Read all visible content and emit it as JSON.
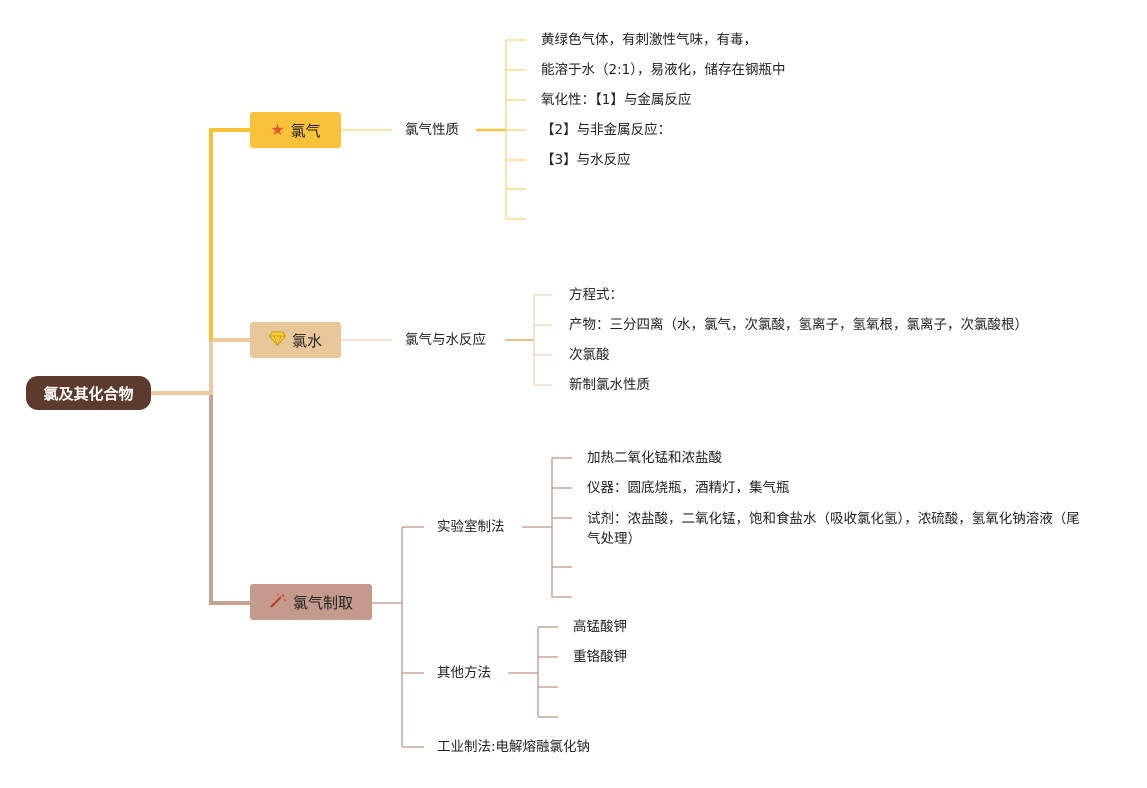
{
  "root": {
    "label": "氯及其化合物"
  },
  "colors": {
    "root": "#5c3a2c",
    "branch1": "#f9c23a",
    "branch2": "#e9c79a",
    "branch3": "#c39a8c"
  },
  "branches": [
    {
      "label": "氯气",
      "icon": "star-icon",
      "sub": {
        "label": "氯气性质",
        "items": [
          "黄绿色气体，有刺激性气味，有毒，",
          "能溶于水（2:1），易液化，储存在钢瓶中",
          "氧化性：【1】与金属反应",
          "【2】与非金属反应：",
          "【3】与水反应",
          "",
          ""
        ]
      }
    },
    {
      "label": "氯水",
      "icon": "gem-icon",
      "sub": {
        "label": "氯气与水反应",
        "items": [
          "方程式：",
          "产物：三分四离（水，氯气，次氯酸，氢离子，氢氧根，氯离子，次氯酸根）",
          "次氯酸",
          "新制氯水性质"
        ]
      }
    },
    {
      "label": "氯气制取",
      "icon": "magic-wand-icon",
      "subs": [
        {
          "label": "实验室制法",
          "items": [
            "加热二氧化锰和浓盐酸",
            "仪器：圆底烧瓶，酒精灯，集气瓶",
            "试剂：浓盐酸，二氧化锰，饱和食盐水（吸收氯化氢），浓硫酸，氢氧化钠溶液（尾气处理）",
            "",
            ""
          ]
        },
        {
          "label": "其他方法",
          "items": [
            "高锰酸钾",
            "重铬酸钾",
            "",
            ""
          ]
        },
        {
          "label": "工业制法:电解熔融氯化钠",
          "items": []
        }
      ]
    }
  ]
}
